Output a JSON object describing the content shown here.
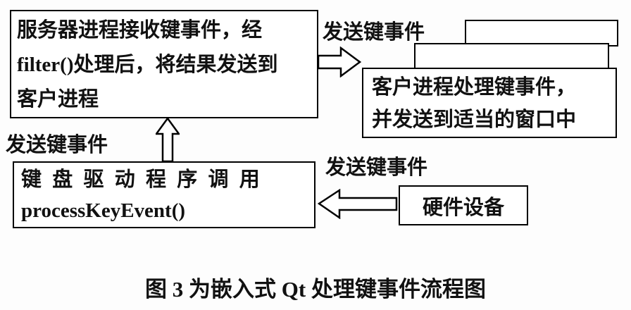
{
  "colors": {
    "ink": "#111111",
    "box_border": "#000000",
    "box_fill": "#ffffff",
    "page_bg": "#fdfdfd"
  },
  "boxes": {
    "server": {
      "lines": [
        "服务器进程接收键事件，经",
        "filter()处理后，将结果发送到",
        "客户进程"
      ]
    },
    "client": {
      "lines": [
        "客户进程处理键事件，",
        "并发送到适当的窗口中"
      ]
    },
    "driver": {
      "lines": [
        "键 盘 驱 动 程 序 调 用",
        "processKeyEvent()"
      ]
    },
    "hardware": {
      "label": "硬件设备"
    }
  },
  "labels": {
    "send_top": "发送键事件",
    "send_left": "发送键事件",
    "send_right": "发送键事件"
  },
  "caption": "图 3 为嵌入式 Qt 处理键事件流程图"
}
